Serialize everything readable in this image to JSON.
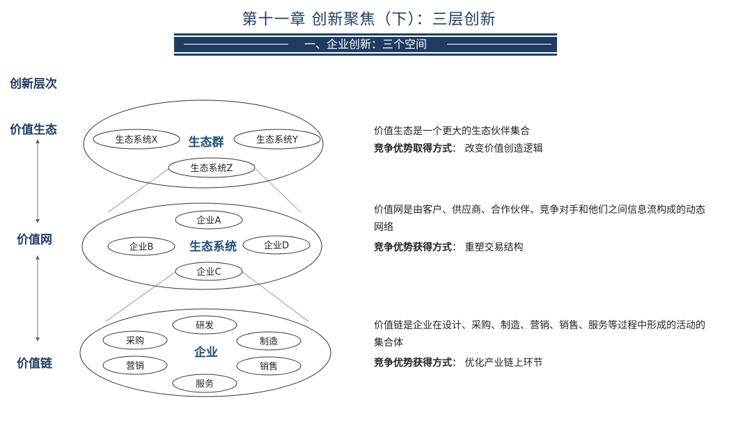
{
  "header": {
    "title": "第十一章   创新聚焦（下）：三层创新",
    "banner": "一、企业创新：三个空间"
  },
  "levels": {
    "header": "创新层次",
    "items": [
      {
        "label": "价值生态",
        "center_label": "生态群",
        "nodes": [
          "生态系统X",
          "生态系统Y",
          "生态系统Z"
        ],
        "description": "价值生态是一个更大的生态伙伴集合",
        "strategy_label": "竞争优势取得方式",
        "strategy_value": "：  改变价值创造逻辑"
      },
      {
        "label": "价值网",
        "center_label": "生态系统",
        "nodes": [
          "企业A",
          "企业B",
          "企业D",
          "企业C"
        ],
        "description": "价值网是由客户、供应商、合作伙伴、竞争对手和他们之间信息流构成的动态网络",
        "strategy_label": "竞争优势获得方式",
        "strategy_value": "：  重塑交易结构"
      },
      {
        "label": "价值链",
        "center_label": "企业",
        "nodes": [
          "研发",
          "采购",
          "制造",
          "营销",
          "销售",
          "服务"
        ],
        "description": "价值链是企业在设计、采购、制造、营销、销售、服务等过程中形成的活动的集合体",
        "strategy_label": "竞争优势获得方式",
        "strategy_value": "：  优化产业链上环节"
      }
    ]
  },
  "colors": {
    "title": "#1f3d63",
    "banner": "#1f3d63",
    "center_label": "#1f4e79",
    "outline": "#333333",
    "connector": "#888888"
  }
}
